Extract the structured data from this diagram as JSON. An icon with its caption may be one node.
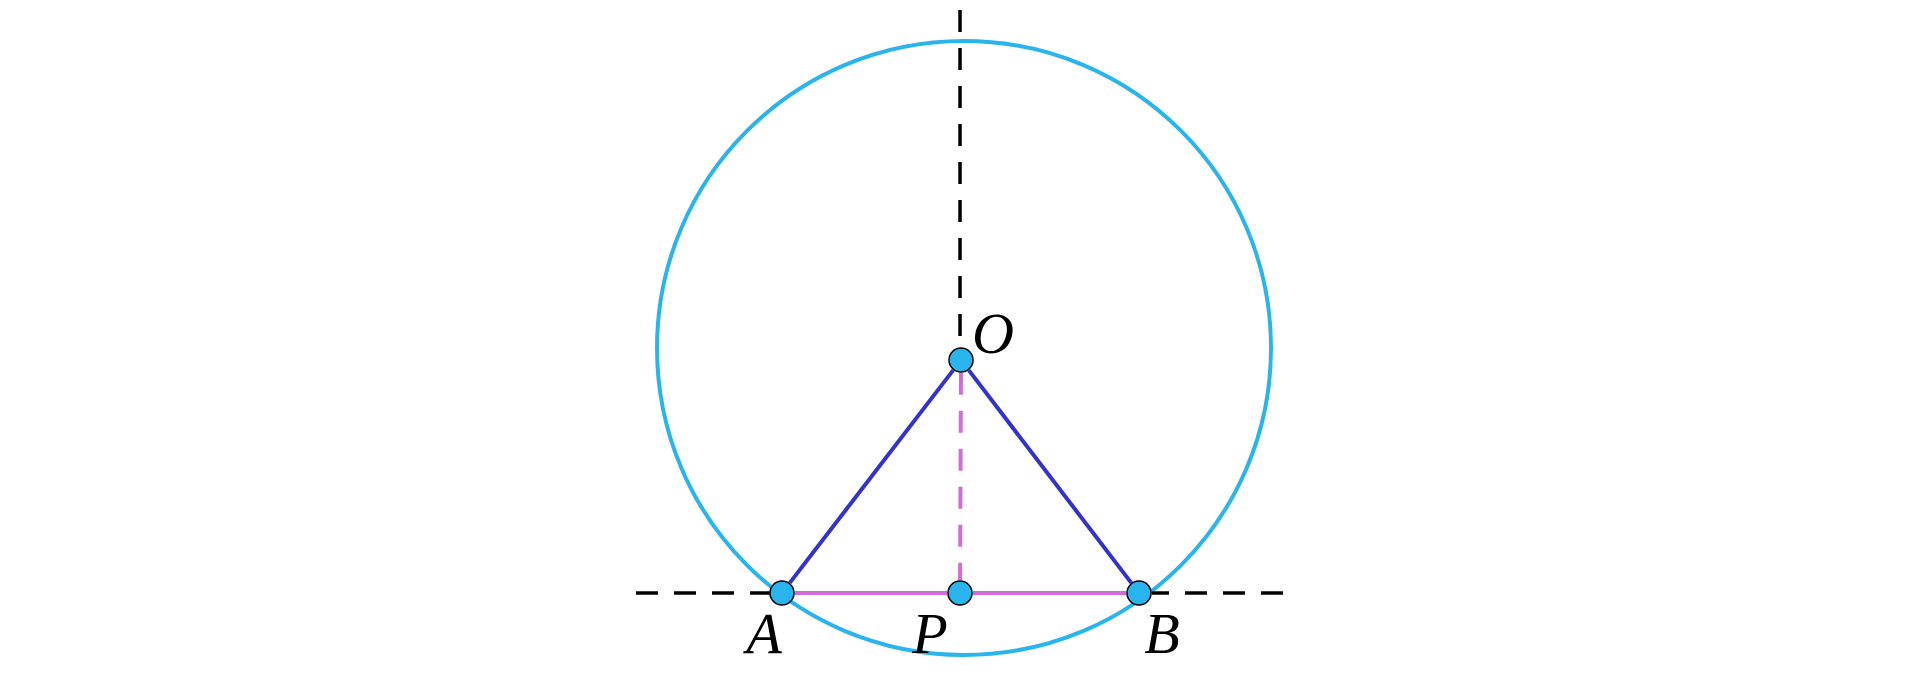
{
  "diagram": {
    "nodes": [
      {
        "text": [],
        "shape": "circle",
        "beside": [
          "O"
        ]
      },
      {
        "text": [],
        "shape": "circle",
        "beside": [
          "A"
        ]
      },
      {
        "text": [],
        "shape": "circle",
        "beside": [
          "P"
        ]
      },
      {
        "text": [],
        "shape": "circle",
        "beside": [
          "B"
        ]
      }
    ],
    "edges": [
      {
        "from": 0,
        "to": 1,
        "arrow": "none",
        "color": "#3333cc"
      },
      {
        "from": 0,
        "to": 3,
        "arrow": "none",
        "color": "#3333cc"
      },
      {
        "from": 1,
        "to": 2,
        "arrow": "none",
        "color": "#d36bd9"
      },
      {
        "from": 2,
        "to": 3,
        "arrow": "none",
        "color": "#d36bd9"
      },
      {
        "from": 0,
        "to": 2,
        "arrow": "none",
        "style": "dashed",
        "color": "#d36bd9"
      }
    ]
  }
}
